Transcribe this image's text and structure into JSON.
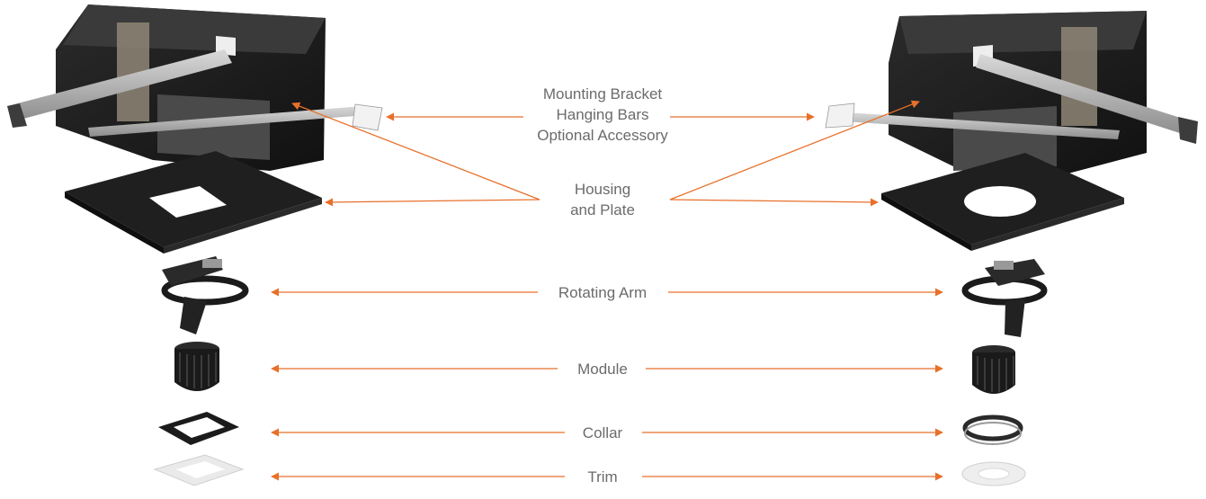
{
  "colors": {
    "arrow": "#E8702A",
    "label": "#6b6b6b",
    "housing": "#1c1c1c",
    "metal": "#b9b9b9",
    "trim": "#f1f1f1"
  },
  "labels": {
    "bracket_line1": "Mounting Bracket",
    "bracket_line2": "Hanging Bars",
    "bracket_line3": "Optional Accessory",
    "housing_line1": "Housing",
    "housing_line2": "and Plate",
    "rotating_arm": "Rotating Arm",
    "module": "Module",
    "collar": "Collar",
    "trim": "Trim"
  },
  "variants": {
    "left": {
      "plate_cutout": "square",
      "collar_shape": "square",
      "trim_shape": "square"
    },
    "right": {
      "plate_cutout": "round",
      "collar_shape": "round",
      "trim_shape": "round"
    }
  }
}
